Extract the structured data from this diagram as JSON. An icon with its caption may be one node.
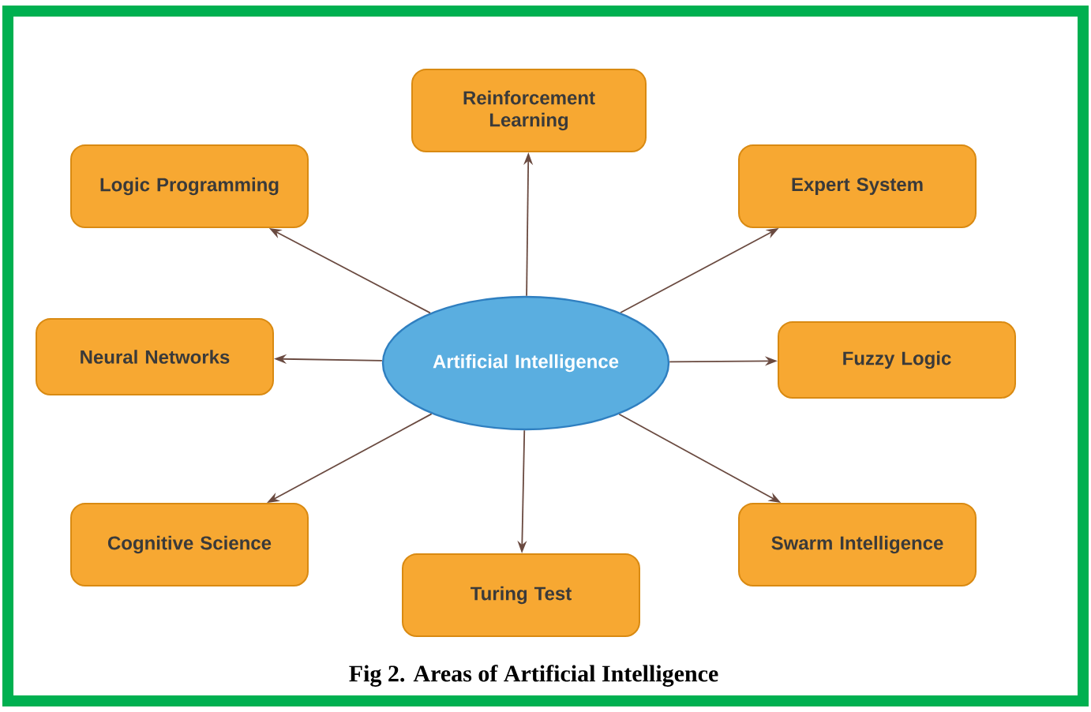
{
  "diagram": {
    "caption": "Fig 2. Areas of Artificial Intelligence",
    "nodes": [
      {
        "text": [
          "Artificial Intelligence"
        ]
      },
      {
        "text": [
          "Reinforcement Learning"
        ]
      },
      {
        "text": [
          "Expert System"
        ]
      },
      {
        "text": [
          "Fuzzy Logic"
        ]
      },
      {
        "text": [
          "Swarm Intelligence"
        ]
      },
      {
        "text": [
          "Turing Test"
        ]
      },
      {
        "text": [
          "Cognitive Science"
        ]
      },
      {
        "text": [
          "Neural Networks"
        ]
      },
      {
        "text": [
          "Logic Programming"
        ]
      }
    ],
    "edges": [
      {
        "from": 0,
        "to": 1,
        "arrow": "to"
      },
      {
        "from": 0,
        "to": 2,
        "arrow": "to"
      },
      {
        "from": 0,
        "to": 3,
        "arrow": "to"
      },
      {
        "from": 0,
        "to": 4,
        "arrow": "to"
      },
      {
        "from": 0,
        "to": 5,
        "arrow": "to"
      },
      {
        "from": 0,
        "to": 6,
        "arrow": "to"
      },
      {
        "from": 0,
        "to": 7,
        "arrow": "to"
      },
      {
        "from": 0,
        "to": 8,
        "arrow": "to"
      }
    ]
  }
}
